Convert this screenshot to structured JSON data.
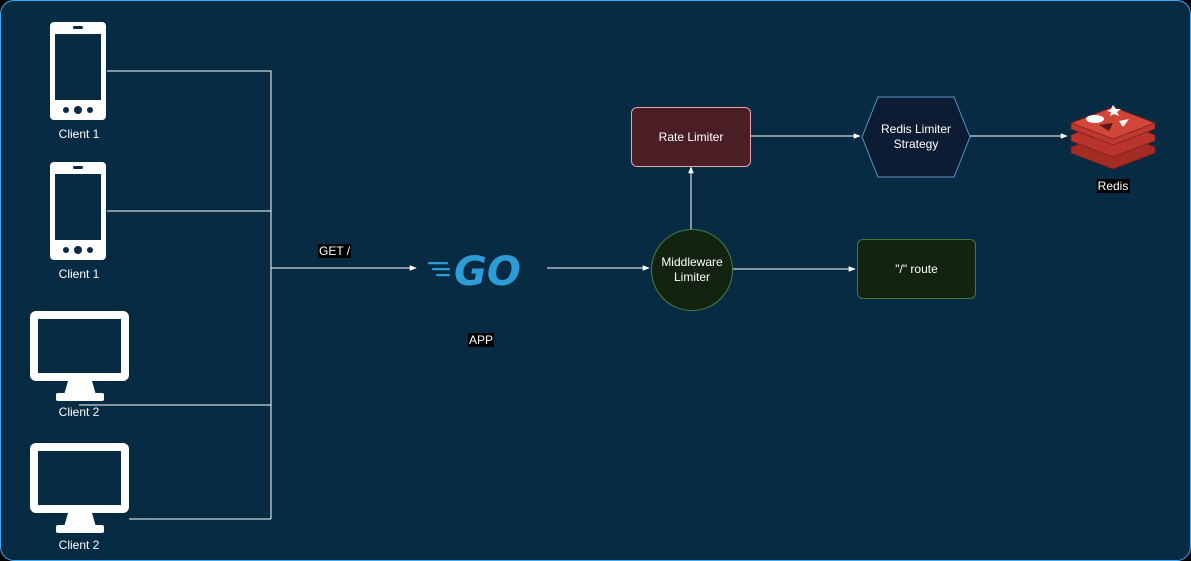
{
  "clients": [
    {
      "label": "Client 1",
      "device": "mobile-phone-icon"
    },
    {
      "label": "Client 1",
      "device": "mobile-phone-icon"
    },
    {
      "label": "Client 2",
      "device": "desktop-monitor-icon"
    },
    {
      "label": "Client 2",
      "device": "desktop-monitor-icon"
    }
  ],
  "request_label": "GET /",
  "app": {
    "logo_text": "GO",
    "label": "APP",
    "logo_color": "#2d9cd6"
  },
  "middleware": {
    "label": "Middleware Limiter"
  },
  "rate_limiter": {
    "label": "Rate Limiter"
  },
  "strategy": {
    "label": "Redis Limiter Strategy"
  },
  "route": {
    "label": "\"/\" route"
  },
  "redis": {
    "label": "Redis",
    "icon": "redis-logo-icon"
  },
  "colors": {
    "background": "#062b42",
    "border": "#3fa9f5",
    "rate_limiter_fill": "#4a1e24",
    "rate_limiter_stroke": "#e6a3a8",
    "route_fill": "#12230f",
    "middleware_fill": "#12230f",
    "strategy_fill": "#0b1c33",
    "redis_red": "#a42c25"
  }
}
